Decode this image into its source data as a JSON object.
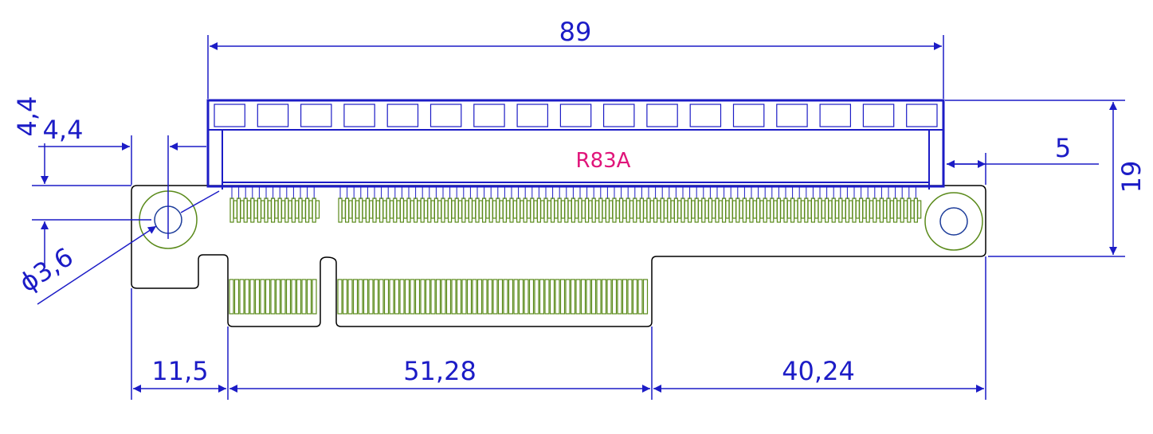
{
  "colors": {
    "dimension": "#1c1cc6",
    "outline": "#000000",
    "pads": "#5a8a1a",
    "holes": "#1c3c9a",
    "label": "#e0157a",
    "background": "#ffffff"
  },
  "part_label": "R83A",
  "dimensions": {
    "top_width": "89",
    "left_offset": "4,4",
    "left_vertical": "4,4",
    "hole_diameter": "ϕ3,6",
    "right_offset": "5",
    "height": "19",
    "bottom_left": "11,5",
    "bottom_middle": "51,28",
    "bottom_right": "40,24"
  }
}
